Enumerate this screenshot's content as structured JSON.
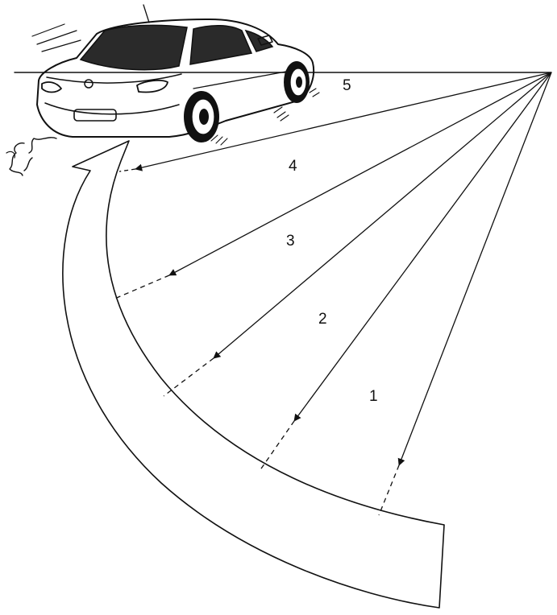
{
  "diagram": {
    "colors": {
      "ink": "#111111",
      "background": "#ffffff",
      "car_window": "#2a2a2a"
    },
    "icons": [
      "car-icon",
      "exhaust-icon",
      "curved-arrow-icon"
    ],
    "rays": [
      {
        "label": "1"
      },
      {
        "label": "2"
      },
      {
        "label": "3"
      },
      {
        "label": "4"
      },
      {
        "label": "5"
      }
    ]
  }
}
